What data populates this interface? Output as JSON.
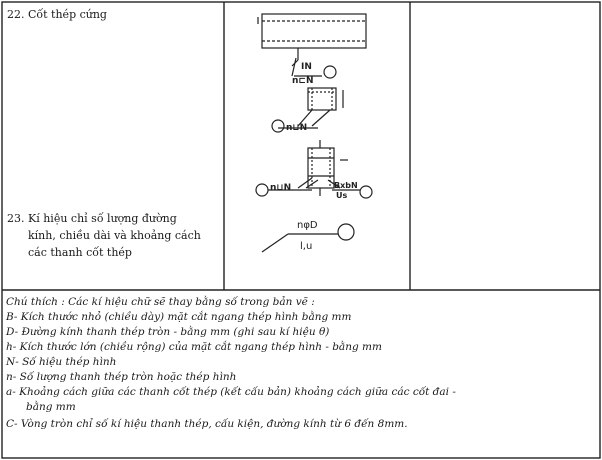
{
  "rows": {
    "item22": {
      "label": "22. Cốt thép cứng"
    },
    "item23": {
      "lines": [
        "23. Kí hiệu chỉ số lượng đường",
        "kính, chiều dài và khoảng cách",
        "các thanh cốt thép"
      ]
    }
  },
  "symbols": {
    "s1_top": "IN",
    "s1_bottom": "n⊏N",
    "s2": "n⊔N",
    "s3_left": "n⊔N",
    "s3_right_top": "BxbN",
    "s3_right_bottom": "Us",
    "s4_top": "nφD",
    "s4_bottom": "l,u"
  },
  "notes": {
    "title": "Chú thích : Các kí hiệu chữ sẽ thay bằng số trong bản vẽ :",
    "items": [
      "B- Kích thước nhỏ (chiều dày) mặt cắt ngang thép hình bằng mm",
      "D- Đường kính thanh thép tròn - bằng mm (ghi sau kí hiệu θ)",
      "h- Kích thước lớn (chiều rộng) của mặt cắt ngang thép hình - bằng mm",
      "N- Số hiệu thép hình",
      "n- Số lượng thanh thép tròn hoặc thép hình",
      "a- Khoảng cách giữa các thanh cốt thép (kết cấu bản) khoảng cách giữa các cốt đai -",
      "bằng mm",
      "C- Vòng tròn chỉ số kí hiệu thanh thép, cấu kiện, đường kính từ 6 đến 8mm."
    ]
  }
}
